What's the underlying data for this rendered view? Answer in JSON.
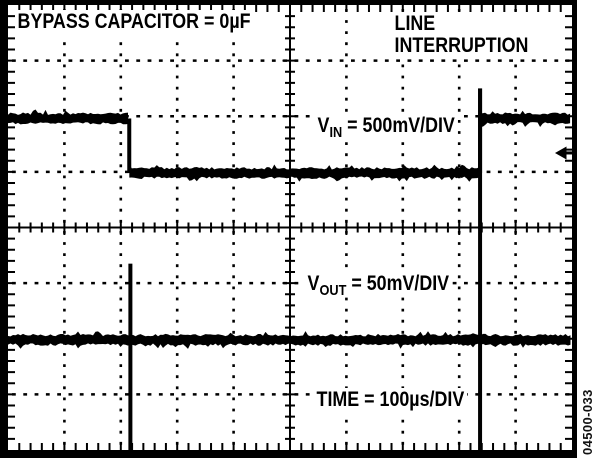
{
  "meta": {
    "figure_id": "04500-033"
  },
  "colors": {
    "ink": "#000000",
    "bg": "#ffffff",
    "watermark": "#111111"
  },
  "labels": {
    "bypass": "BYPASS CAPACITOR = 0µF",
    "line_interruption_1": "LINE",
    "line_interruption_2": "INTERRUPTION",
    "vin": {
      "sym": "V",
      "sub": "IN",
      "rest": " = 500mV/DIV"
    },
    "vout": {
      "sym": "V",
      "sub": "OUT",
      "rest": " = 50mV/DIV"
    },
    "time": "TIME = 100µs/DIV"
  },
  "chart_data": {
    "type": "line",
    "instrument": "oscilloscope",
    "title": "BYPASS CAPACITOR = 0µF",
    "annotation_top_right": "LINE INTERRUPTION",
    "x_axis": {
      "label": "TIME",
      "per_div": "100µs",
      "divisions": 10
    },
    "grid": {
      "x_divisions": 10,
      "y_divisions": 8,
      "minor_per_div": 5,
      "style": "dotted-major, solid-center-cross, edge-ticks"
    },
    "series": [
      {
        "name": "VIN",
        "per_div": "500mV",
        "description": "Input rail: high level, 1-division (500mV) dip during line interruption, recovery with overshoot",
        "segments_div": [
          {
            "from_t": 0,
            "to_t": 2.15,
            "level": 2.04
          },
          {
            "from_t": 2.15,
            "to_t": 8.37,
            "level": 3.02
          },
          {
            "from_t": 8.37,
            "to_t": 10,
            "level": 2.04
          }
        ],
        "fall_edge_t": 2.15,
        "rise_edge_t": 8.37,
        "rise_overshoot_top_div": 1.5
      },
      {
        "name": "VOUT",
        "per_div": "50mV",
        "description": "Regulator output: flat trace with large transient spikes at interruption edges (no bypass capacitor)",
        "level_div": 6.02,
        "transients_div": [
          {
            "t": 2.17,
            "top": 4.65,
            "bottom": 8.0
          },
          {
            "t": 8.37,
            "top": 1.5,
            "bottom": 8.0
          }
        ]
      }
    ],
    "trigger_marker": {
      "edge": "right",
      "level_div": 2.66,
      "shape": "left-pointing-triangle"
    },
    "interruption_duration_div": 6.22,
    "interruption_duration": "~620µs"
  }
}
